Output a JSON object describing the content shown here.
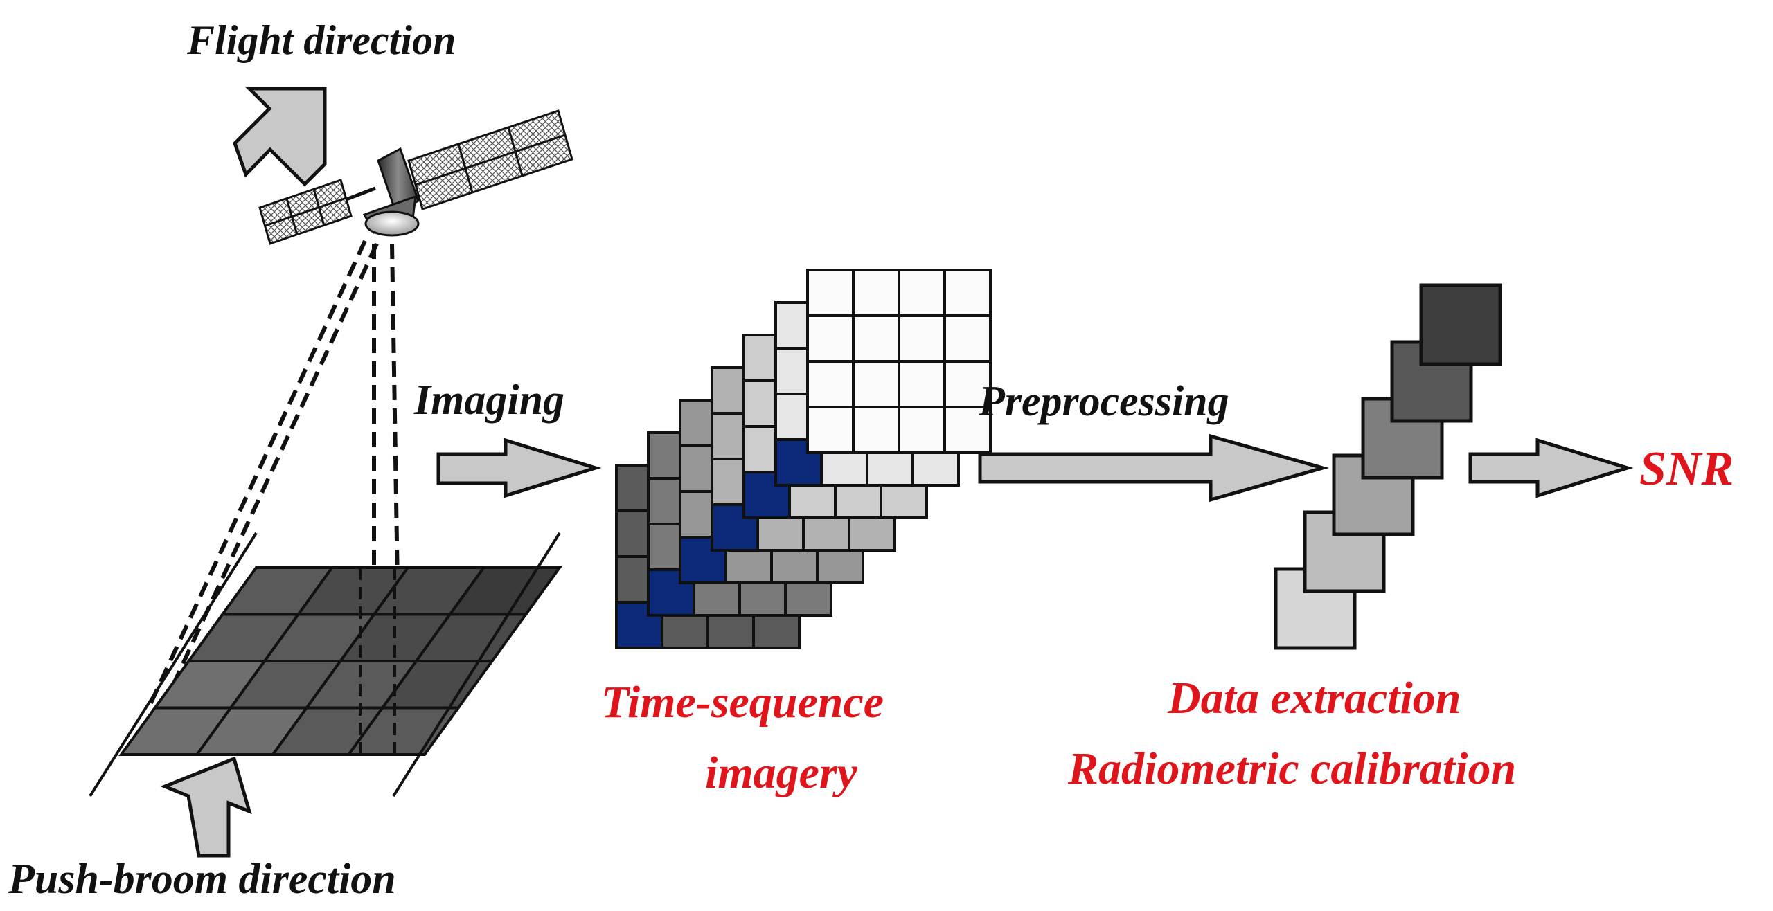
{
  "labels": {
    "flight_direction": "Flight direction",
    "push_broom_direction": "Push-broom direction",
    "imaging": "Imaging",
    "preprocessing": "Preprocessing",
    "time_sequence_line1": "Time-sequence",
    "time_sequence_line2": "imagery",
    "data_extraction": "Data extraction",
    "radiometric_calibration": "Radiometric calibration",
    "snr": "SNR"
  },
  "colors": {
    "label_black": "#111111",
    "label_red": "#e0151b",
    "arrow_fill": "#c8c8c8",
    "highlight_pixel": "#0d2a7a",
    "frame_fills": [
      "#5a5a5a",
      "#7a7a7a",
      "#979797",
      "#b2b2b2",
      "#cdcdcd",
      "#e6e6e6",
      "#fafafa"
    ],
    "extracted_fills": [
      "#d6d6d6",
      "#bdbdbd",
      "#a3a3a3",
      "#7e7e7e",
      "#585858",
      "#3e3e3e"
    ],
    "ground_cells": [
      "#6f6f6f",
      "#5a5a5a",
      "#4a4a4a",
      "#3a3a3a"
    ]
  },
  "icons": {
    "satellite": "satellite-icon",
    "flight_arrow": "arrow-up-left-icon",
    "push_broom_arrow": "arrow-up-icon",
    "process_arrows": "arrow-right-icon"
  }
}
